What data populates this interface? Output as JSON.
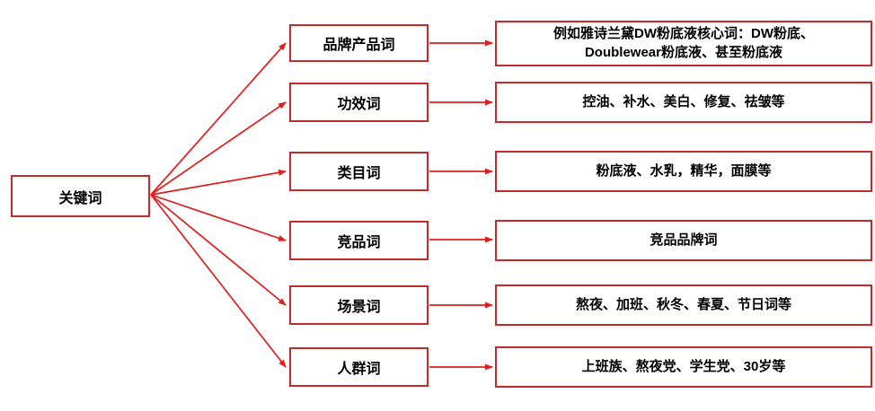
{
  "colors": {
    "box_border": "#C02B2B",
    "arrow": "#E11D1D",
    "text": "#000000",
    "background": "#FFFFFF"
  },
  "root": {
    "label": "关键词"
  },
  "rows": [
    {
      "category": "品牌产品词",
      "description": "例如雅诗兰黛DW粉底液核心词：DW粉底、\nDoublewear粉底液、甚至粉底液"
    },
    {
      "category": "功效词",
      "description": "控油、补水、美白、修复、祛皱等"
    },
    {
      "category": "类目词",
      "description": "粉底液、水乳，精华，面膜等"
    },
    {
      "category": "竞品词",
      "description": "竞品品牌词"
    },
    {
      "category": "场景词",
      "description": "熬夜、加班、秋冬、春夏、节日词等"
    },
    {
      "category": "人群词",
      "description": "上班族、熬夜党、学生党、30岁等"
    }
  ]
}
